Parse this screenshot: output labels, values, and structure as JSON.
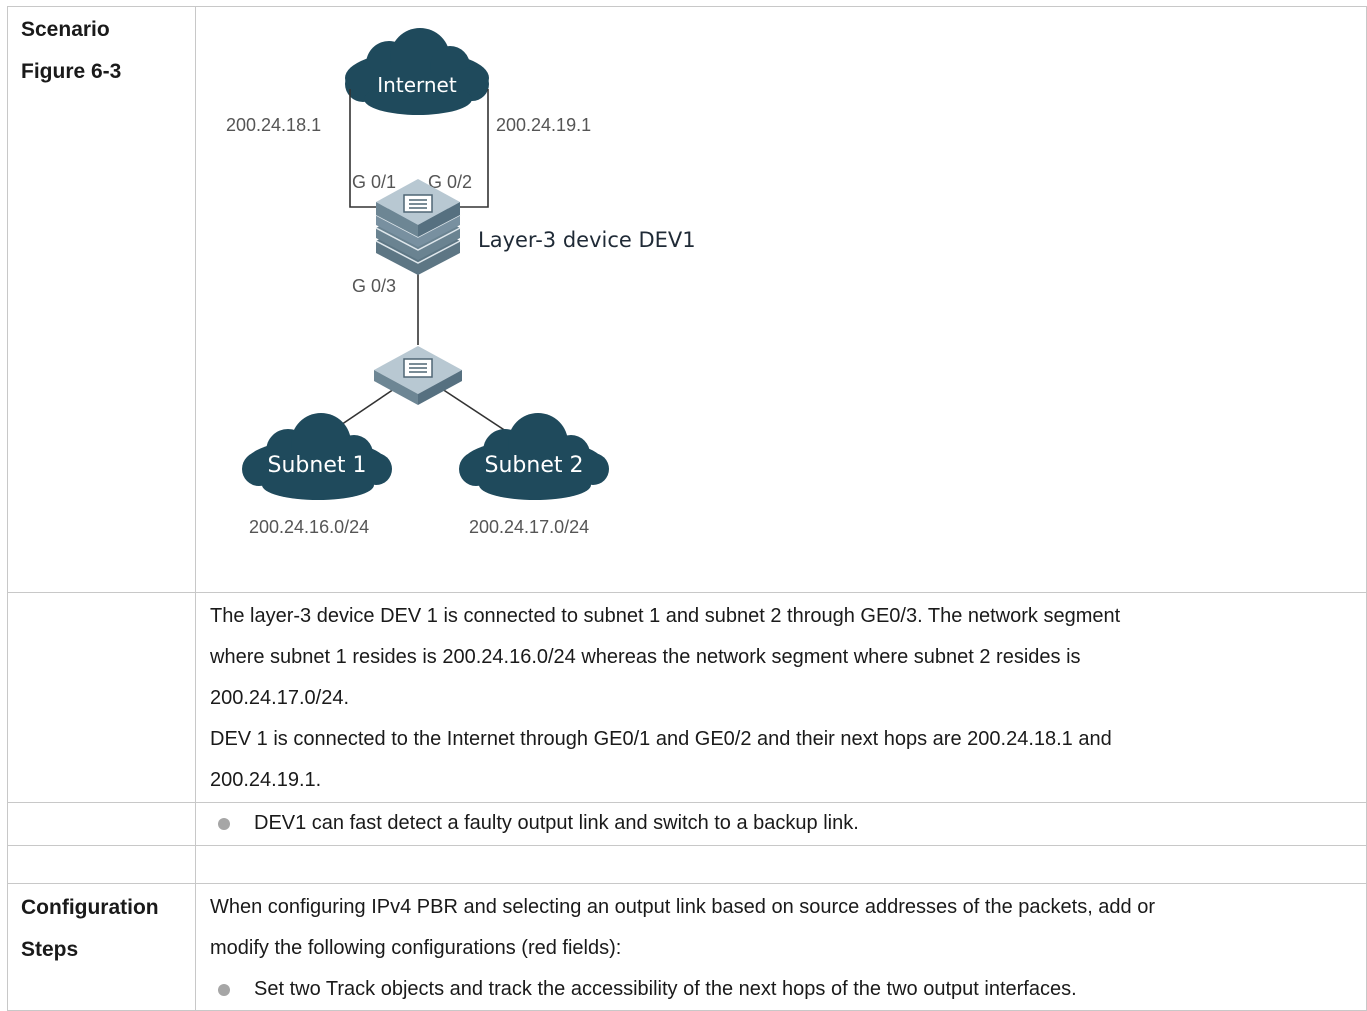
{
  "table": {
    "row1": {
      "label_line1": "Scenario",
      "label_line2": "Figure 6-3"
    },
    "figure": {
      "cloud_internet": "Internet",
      "ip_left": "200.24.18.1",
      "ip_right": "200.24.19.1",
      "port_g01": "G 0/1",
      "port_g02": "G 0/2",
      "port_g03": "G 0/3",
      "device_label": "Layer-3 device DEV1",
      "cloud_subnet1": "Subnet 1",
      "cloud_subnet2": "Subnet 2",
      "net_subnet1": "200.24.16.0/24",
      "net_subnet2": "200.24.17.0/24",
      "colors": {
        "cloud": "#1f4a5c",
        "line": "#333333",
        "device": "#7f98a6"
      }
    },
    "row2": {
      "lines": [
        "The layer-3 device DEV 1 is connected to subnet 1 and subnet 2 through GE0/3. The network segment",
        "where subnet 1 resides is 200.24.16.0/24 whereas the network segment where subnet 2 resides is",
        "200.24.17.0/24.",
        "DEV 1 is connected to the Internet through GE0/1 and GE0/2 and their next hops are 200.24.18.1 and",
        "200.24.19.1."
      ]
    },
    "row3": {
      "bullet": "DEV1 can fast detect a faulty output link and switch to a backup link."
    },
    "row5": {
      "label_line1": "Configuration",
      "label_line2": "Steps",
      "lines": [
        "When configuring IPv4 PBR and selecting an output link based on source addresses of the packets, add or",
        "modify the following configurations (red fields):"
      ],
      "bullet": "Set two Track objects and track the accessibility of the next hops of the two output interfaces."
    }
  }
}
